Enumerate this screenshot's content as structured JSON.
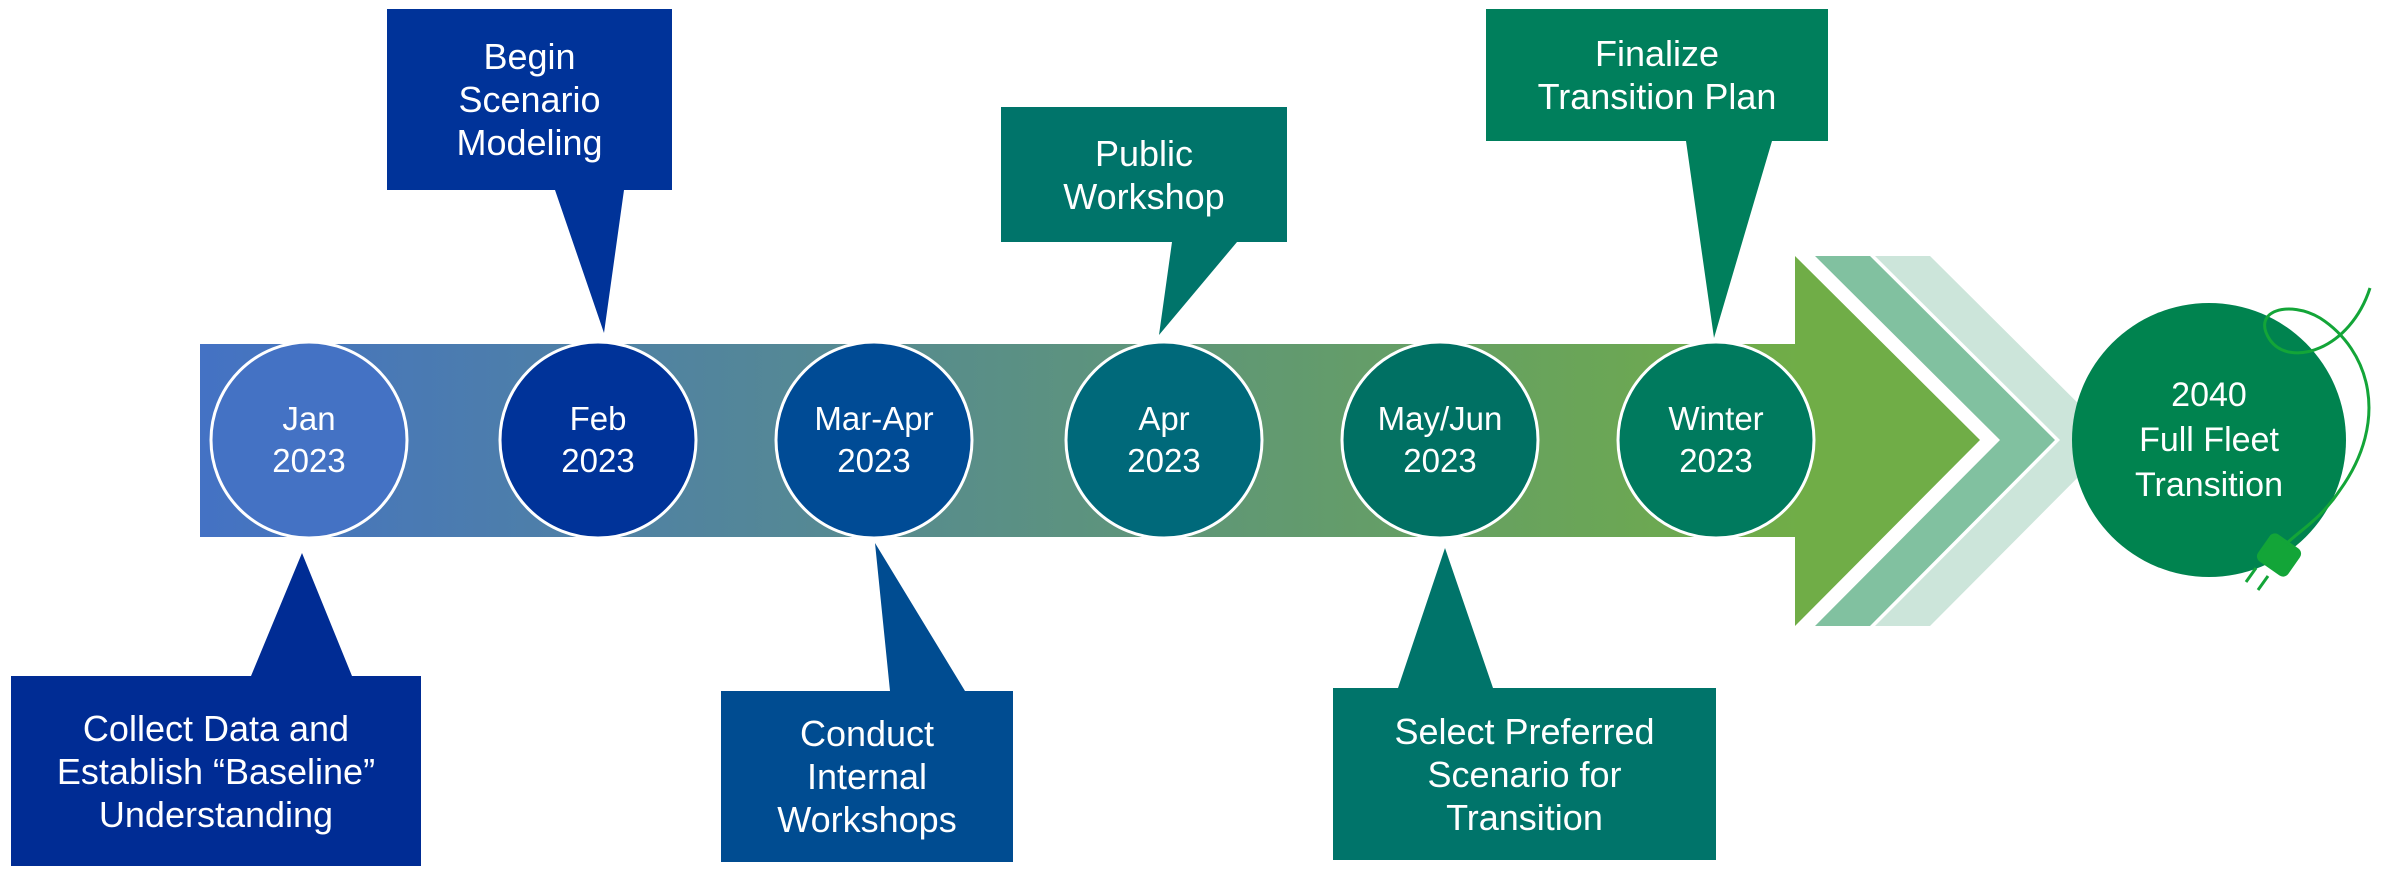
{
  "milestones": [
    {
      "line1": "Jan",
      "line2": "2023",
      "color": "#4472c4"
    },
    {
      "line1": "Feb",
      "line2": "2023",
      "color": "#003399"
    },
    {
      "line1": "Mar-Apr",
      "line2": "2023",
      "color": "#004b95"
    },
    {
      "line1": "Apr",
      "line2": "2023",
      "color": "#00697a"
    },
    {
      "line1": "May/Jun",
      "line2": "2023",
      "color": "#007063"
    },
    {
      "line1": "Winter",
      "line2": "2023",
      "color": "#007a5e"
    }
  ],
  "callouts": [
    {
      "lines": [
        "Begin",
        "Scenario",
        "Modeling"
      ],
      "color": "#003399"
    },
    {
      "lines": [
        "Public",
        "Workshop"
      ],
      "color": "#00746a"
    },
    {
      "lines": [
        "Finalize",
        "Transition Plan"
      ],
      "color": "#007f5c"
    },
    {
      "lines": [
        "Collect Data and",
        "Establish “Baseline”",
        "Understanding"
      ],
      "color": "#002c94"
    },
    {
      "lines": [
        "Conduct",
        "Internal",
        "Workshops"
      ],
      "color": "#004c91"
    },
    {
      "lines": [
        "Select Preferred",
        "Scenario for",
        "Transition"
      ],
      "color": "#00746a"
    }
  ],
  "end_node": {
    "lines": [
      "2040",
      "Full Fleet",
      "Transition"
    ],
    "color": "#00834f"
  },
  "colors": {
    "band_start": "#4472c4",
    "band_end": "#70ad47",
    "arrow_head": "#70ad47",
    "chevron_1": "#81c1a0",
    "chevron_2": "#cce5da",
    "plug": "#13a538"
  }
}
